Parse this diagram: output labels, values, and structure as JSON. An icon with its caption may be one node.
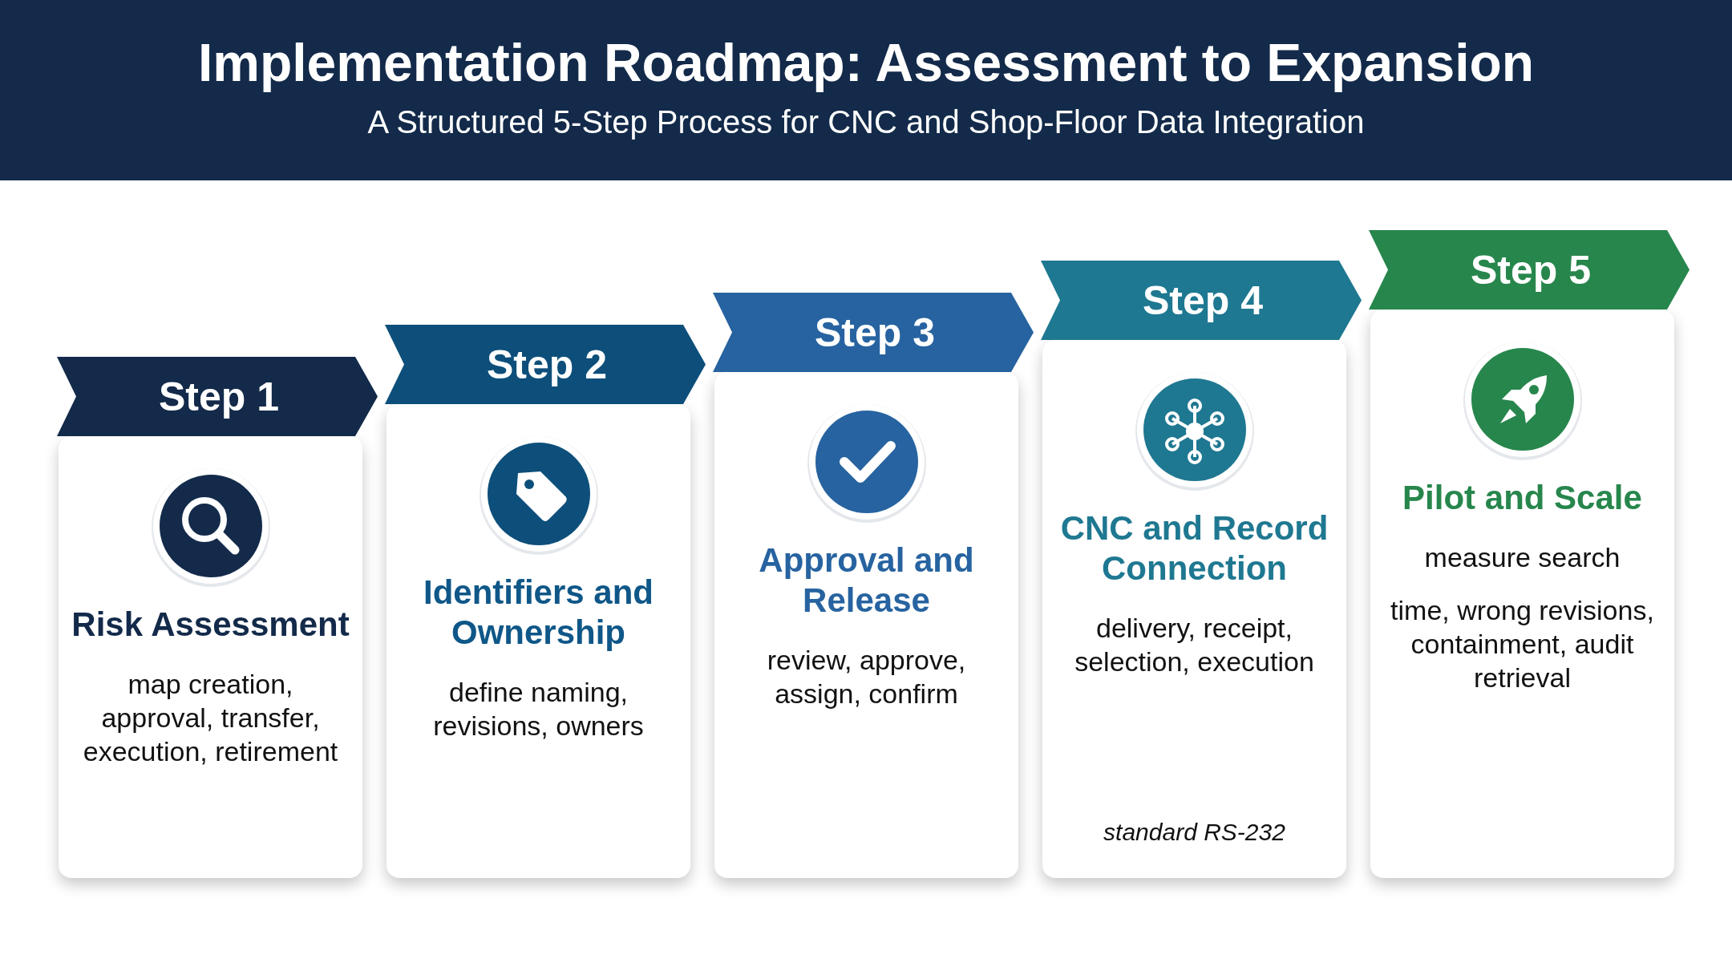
{
  "diagram": {
    "title": "Implementation Roadmap: Assessment to Expansion",
    "nodes": [
      {
        "text": [
          "Step 1",
          "Risk Assessment",
          "map creation, approval, transfer, execution, retirement"
        ]
      },
      {
        "text": [
          "Step 2",
          "Identifiers and Ownership",
          "define naming, revisions, owners"
        ]
      },
      {
        "text": [
          "Step 3",
          "Approval and Release",
          "review, approve, assign, confirm"
        ]
      },
      {
        "text": [
          "Step 4",
          "CNC and Record Connection",
          "delivery, receipt, selection, execution",
          "standard RS-232"
        ]
      },
      {
        "text": [
          "Step 5",
          "Pilot and Scale",
          "measure search",
          "time, wrong revisions, containment, audit retrieval"
        ]
      }
    ],
    "edges": [],
    "labels": [
      "A Structured 5-Step Process for CNC and Shop-Floor Data Integration"
    ]
  }
}
